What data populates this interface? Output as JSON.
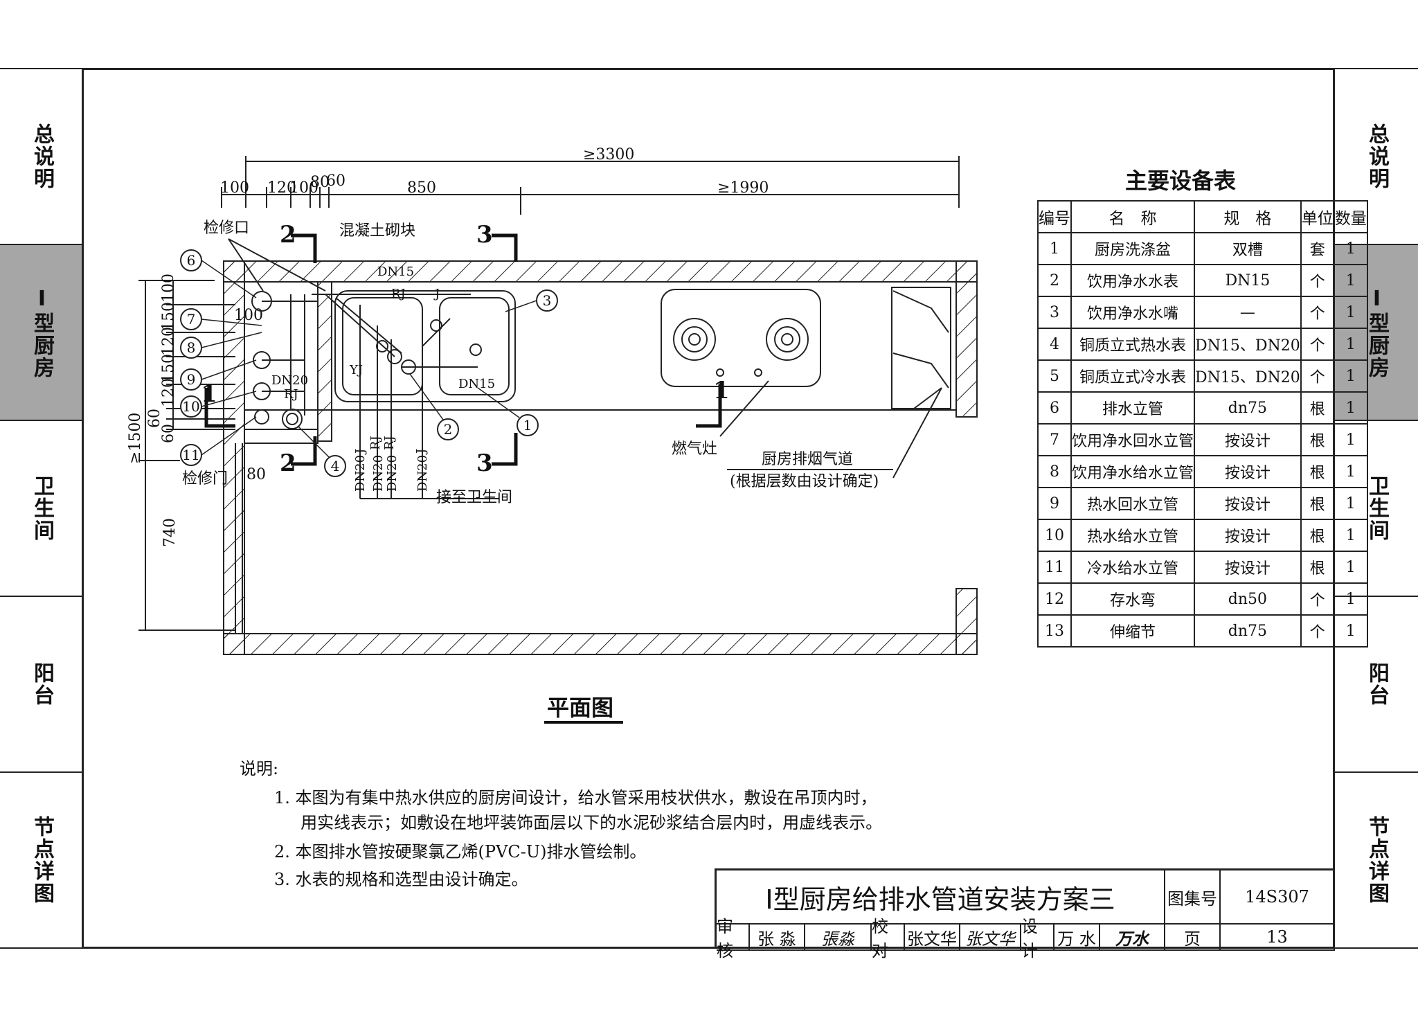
{
  "side_nav_left": [
    {
      "label": "总说明",
      "active": false
    },
    {
      "label": "I型厨房",
      "active": true
    },
    {
      "label": "卫生间",
      "active": false
    },
    {
      "label": "阳台",
      "active": false
    },
    {
      "label": "节点详图",
      "active": false
    }
  ],
  "side_nav_right": [
    {
      "label": "总说明",
      "active": false
    },
    {
      "label": "I型厨房",
      "active": true
    },
    {
      "label": "卫生间",
      "active": false
    },
    {
      "label": "阳台",
      "active": false
    },
    {
      "label": "节点详图",
      "active": false
    }
  ],
  "plan": {
    "title": "平面图",
    "dims": {
      "total": "≥3300",
      "d100": "100",
      "d120": "120",
      "d100b": "100",
      "d80": "80",
      "d60": "60",
      "d850": "850",
      "d1990": "≥1990",
      "v1500": "≥1500",
      "v740": "740",
      "v100": "100",
      "v150": "150",
      "v120": "120",
      "v150b": "150",
      "v120b": "120",
      "v60": "60",
      "v60b": "60",
      "h100": "100",
      "h80": "80"
    },
    "labels": {
      "inspection_port": "检修口",
      "concrete_block": "混凝土砌块",
      "inspection_door": "检修门",
      "gas_stove": "燃气灶",
      "flue": "厨房排烟气道",
      "flue_note": "(根据层数由设计确定)",
      "to_bathroom": "接至卫生间",
      "dn15_top": "DN15",
      "dn15_sink": "DN15",
      "dn20": "DN20",
      "rj": "RJ",
      "j": "J",
      "yj": "YJ",
      "pipe_dn20": "DN20",
      "pipe_rj": "RJ",
      "pipe_j": "J"
    },
    "section_marks": [
      "1",
      "2",
      "3"
    ],
    "callouts": [
      "1",
      "2",
      "3",
      "4",
      "6",
      "7",
      "8",
      "9",
      "10",
      "11"
    ]
  },
  "equipment_table": {
    "title": "主要设备表",
    "headers": [
      "编号",
      "名　称",
      "规　格",
      "单位",
      "数量"
    ],
    "rows": [
      [
        "1",
        "厨房洗涤盆",
        "双槽",
        "套",
        "1"
      ],
      [
        "2",
        "饮用净水水表",
        "DN15",
        "个",
        "1"
      ],
      [
        "3",
        "饮用净水水嘴",
        "—",
        "个",
        "1"
      ],
      [
        "4",
        "铜质立式热水表",
        "DN15、DN20",
        "个",
        "1"
      ],
      [
        "5",
        "铜质立式冷水表",
        "DN15、DN20",
        "个",
        "1"
      ],
      [
        "6",
        "排水立管",
        "dn75",
        "根",
        "1"
      ],
      [
        "7",
        "饮用净水回水立管",
        "按设计",
        "根",
        "1"
      ],
      [
        "8",
        "饮用净水给水立管",
        "按设计",
        "根",
        "1"
      ],
      [
        "9",
        "热水回水立管",
        "按设计",
        "根",
        "1"
      ],
      [
        "10",
        "热水给水立管",
        "按设计",
        "根",
        "1"
      ],
      [
        "11",
        "冷水给水立管",
        "按设计",
        "根",
        "1"
      ],
      [
        "12",
        "存水弯",
        "dn50",
        "个",
        "1"
      ],
      [
        "13",
        "伸缩节",
        "dn75",
        "个",
        "1"
      ]
    ]
  },
  "notes": {
    "heading": "说明:",
    "items": [
      "1.  本图为有集中热水供应的厨房间设计，给水管采用枝状供水，敷设在吊顶内时，",
      "     用实线表示；如敷设在地坪装饰面层以下的水泥砂浆结合层内时，用虚线表示。",
      "2.  本图排水管按硬聚氯乙烯(PVC-U)排水管绘制。",
      "3.  水表的规格和选型由设计确定。"
    ]
  },
  "title_block": {
    "drawing_title": "Ⅰ型厨房给排水管道安装方案三",
    "atlas_label": "图集号",
    "atlas_no": "14S307",
    "review_label": "审核",
    "reviewer": "张 淼",
    "reviewer_sign": "張淼",
    "check_label": "校对",
    "checker": "张文华",
    "checker_sign": "张文华",
    "design_label": "设计",
    "designer": "万 水",
    "designer_sign": "万水",
    "page_label": "页",
    "page_no": "13"
  }
}
